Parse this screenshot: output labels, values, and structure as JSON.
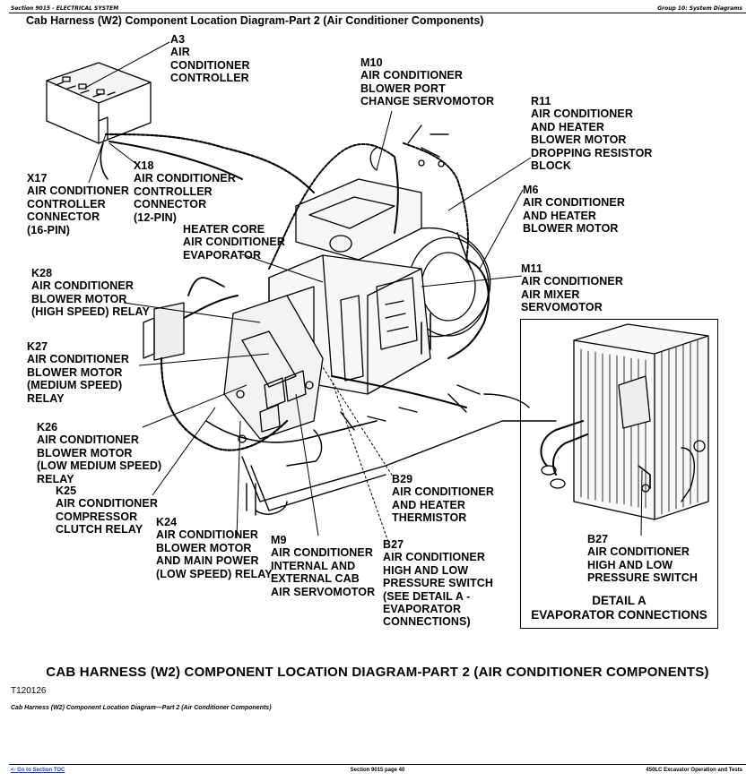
{
  "header": {
    "left": "Section 9015 - ELECTRICAL SYSTEM",
    "right": "Group 10: System Diagrams"
  },
  "title": "Cab Harness (W2) Component Location Diagram-Part 2 (Air Conditioner Components)",
  "labels": {
    "a3": [
      "A3",
      "AIR",
      "CONDITIONER",
      "CONTROLLER"
    ],
    "m10": [
      "M10",
      "AIR CONDITIONER",
      "BLOWER PORT",
      "CHANGE SERVOMOTOR"
    ],
    "r11": [
      "R11",
      "AIR CONDITIONER",
      "AND HEATER",
      "BLOWER MOTOR",
      "DROPPING RESISTOR",
      "BLOCK"
    ],
    "x17": [
      "X17",
      "AIR CONDITIONER",
      "CONTROLLER",
      "CONNECTOR",
      "(16-PIN)"
    ],
    "x18": [
      "X18",
      "AIR CONDITIONER",
      "CONTROLLER",
      "CONNECTOR",
      "(12-PIN)"
    ],
    "heater": [
      "HEATER CORE",
      "AIR CONDITIONER",
      "EVAPORATOR"
    ],
    "m6": [
      "M6",
      "AIR CONDITIONER",
      "AND HEATER",
      "BLOWER MOTOR"
    ],
    "k28": [
      "K28",
      "AIR CONDITIONER",
      "BLOWER MOTOR",
      "(HIGH SPEED) RELAY"
    ],
    "m11": [
      "M11",
      "AIR CONDITIONER",
      "AIR MIXER",
      "SERVOMOTOR"
    ],
    "k27": [
      "K27",
      "AIR CONDITIONER",
      "BLOWER MOTOR",
      "(MEDIUM SPEED)",
      "RELAY"
    ],
    "k26": [
      "K26",
      "AIR CONDITIONER",
      "BLOWER MOTOR",
      "(LOW MEDIUM SPEED)",
      "RELAY"
    ],
    "k25": [
      "K25",
      "AIR CONDITIONER",
      "COMPRESSOR",
      "CLUTCH RELAY"
    ],
    "b29": [
      "B29",
      "AIR CONDITIONER",
      "AND HEATER",
      "THERMISTOR"
    ],
    "k24": [
      "K24",
      "AIR CONDITIONER",
      "BLOWER MOTOR",
      "AND MAIN POWER",
      "(LOW SPEED) RELAY"
    ],
    "m9": [
      "M9",
      "AIR CONDITIONER",
      "INTERNAL AND",
      "EXTERNAL CAB",
      "AIR SERVOMOTOR"
    ],
    "b27": [
      "B27",
      "AIR CONDITIONER",
      "HIGH AND LOW",
      "PRESSURE SWITCH",
      "(SEE DETAIL A -",
      "EVAPORATOR",
      "CONNECTIONS)"
    ],
    "b27_detail": [
      "B27",
      "AIR CONDITIONER",
      "HIGH AND LOW",
      "PRESSURE SWITCH"
    ]
  },
  "detail": {
    "title_line1": "DETAIL A",
    "title_line2": "EVAPORATOR CONNECTIONS"
  },
  "caption": "CAB HARNESS (W2) COMPONENT LOCATION DIAGRAM-PART 2  (AIR CONDITIONER COMPONENTS)",
  "figure_id": "T120126",
  "figure_caption": "Cab Harness (W2) Component Location Diagram—Part 2 (Air Conditioner Components)",
  "footer": {
    "link": "<- Go to Section TOC",
    "center": "Section 9015 page 40",
    "right": "450LC Excavator Operation and Tests"
  }
}
